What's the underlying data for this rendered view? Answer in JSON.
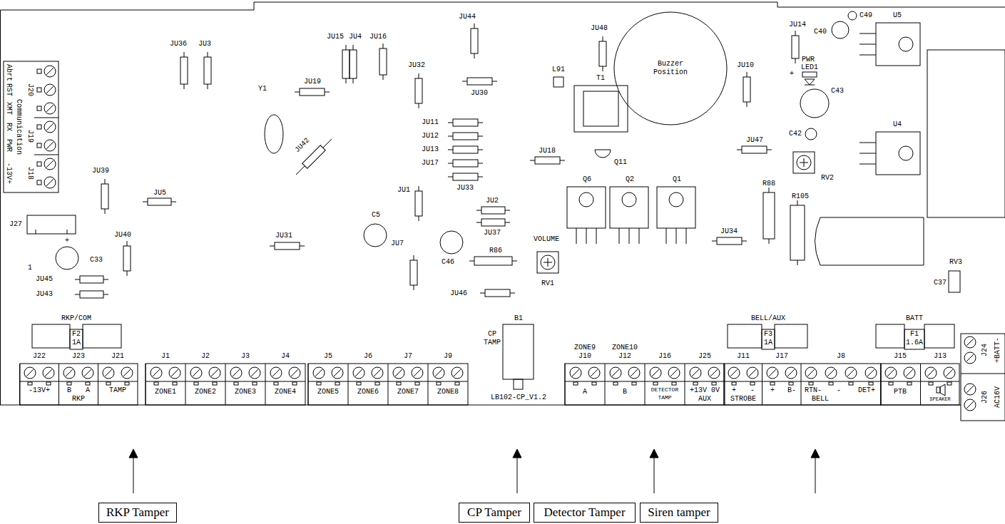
{
  "diagram": {
    "nodes": [
      {
        "text": [
          "Buzzer Position"
        ]
      },
      {
        "text": [
          "RKP Tamper"
        ]
      },
      {
        "text": [
          "CP Tamper"
        ]
      },
      {
        "text": [
          "Detector Tamper"
        ]
      },
      {
        "text": [
          "Siren tamper"
        ]
      }
    ],
    "labels": [
      "JU36",
      "JU3",
      "JU15",
      "JU4",
      "JU16",
      "JU44",
      "JU32",
      "JU19",
      "JU30",
      "JU48",
      "JU10",
      "JU14",
      "C40",
      "C49",
      "U5",
      "PWR",
      "LED1",
      "+",
      "L91",
      "T1",
      "Y1",
      "JU42",
      "JU11",
      "JU12",
      "JU13",
      "JU17",
      "JU33",
      "JU18",
      "Q11",
      "C43",
      "C42",
      "JU47",
      "R88",
      "RV2",
      "R105",
      "JU39",
      "JU5",
      "J27",
      "JU40",
      "+",
      "C33",
      "JU45",
      "JU43",
      "JU31",
      "C5",
      "JU1",
      "JU2",
      "JU37",
      "JU7",
      "C46",
      "R86",
      "VOLUME",
      "RV1",
      "Q6",
      "Q2",
      "Q1",
      "JU34",
      "RV3",
      "C37",
      "JU46",
      "Communication",
      "J20",
      "J19",
      "J18",
      "Abrt",
      "RST",
      "XMT",
      "RX",
      "PWR",
      "-13V+",
      "RKP/COM",
      "F2",
      "1A",
      "J22",
      "J23",
      "J21",
      "-13V+",
      "B",
      "A",
      "TAMP",
      "RKP",
      "J1",
      "ZONE1",
      "J2",
      "ZONE2",
      "J3",
      "ZONE3",
      "J4",
      "ZONE4",
      "J5",
      "ZONE5",
      "J6",
      "ZONE6",
      "J7",
      "ZONE7",
      "J9",
      "ZONE8",
      "B1",
      "CP",
      "TAMP",
      "LB102-CP_V1.2",
      "ZONE9",
      "J10",
      "A",
      "ZONE10",
      "J12",
      "B",
      "J16",
      "DETECTOR",
      "TAMP",
      "J25",
      "+13V 0V",
      "AUX",
      "BELL/AUX",
      "F3",
      "1A",
      "J11",
      "+",
      "-",
      "STROBE",
      "J17",
      "+",
      "B-",
      "J8",
      "RTN-",
      "-",
      "DET+",
      "BELL",
      "BATT",
      "F1",
      "1.6A",
      "J15",
      "PTB",
      "J13",
      "J24",
      "+BATT-",
      "J26",
      "AC16V",
      "U4",
      "1",
      "SPEAKER"
    ]
  }
}
